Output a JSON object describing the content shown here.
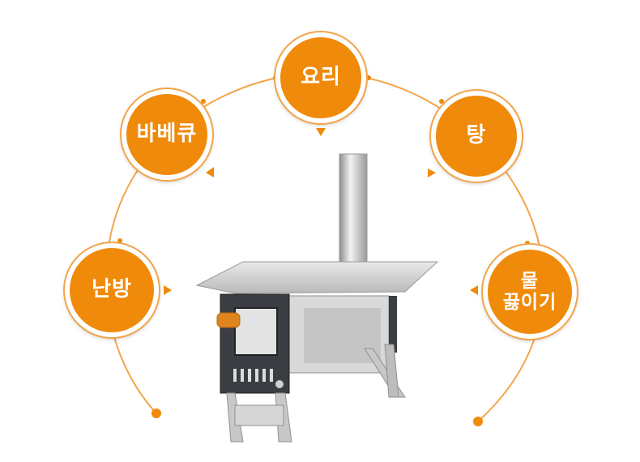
{
  "colors": {
    "accent": "#f08a0a",
    "line": "#f3a44a"
  },
  "uses": [
    {
      "id": "cooking",
      "label": "요리"
    },
    {
      "id": "bbq",
      "label": "바베큐"
    },
    {
      "id": "soup",
      "label": "탕"
    },
    {
      "id": "heating",
      "label": "난방"
    },
    {
      "id": "boiling",
      "label": "물\n끓이기"
    }
  ],
  "product": {
    "name": "camping wood stove",
    "icon": "stove-icon"
  }
}
